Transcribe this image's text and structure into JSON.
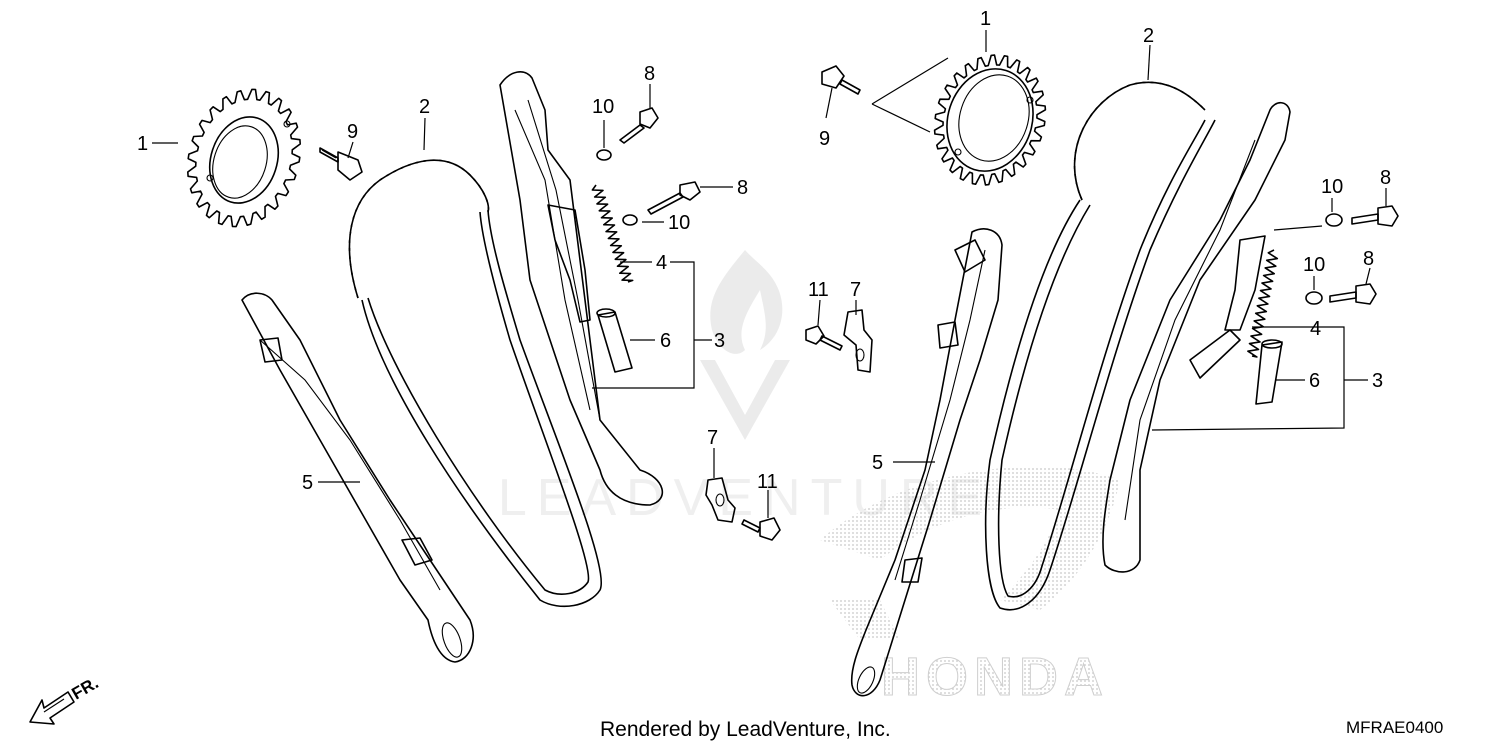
{
  "labels": {
    "n1": "1",
    "n2": "2",
    "n3": "3",
    "n4": "4",
    "n5": "5",
    "n6": "6",
    "n7": "7",
    "n8": "8",
    "n9": "9",
    "n10": "10",
    "n11": "11"
  },
  "direction": {
    "text": "FR."
  },
  "watermarks": {
    "leadventure": "LEADVENTURE",
    "honda": "HONDA"
  },
  "footer": {
    "credit": "Rendered by LeadVenture, Inc.",
    "code": "MFRAE0400"
  }
}
